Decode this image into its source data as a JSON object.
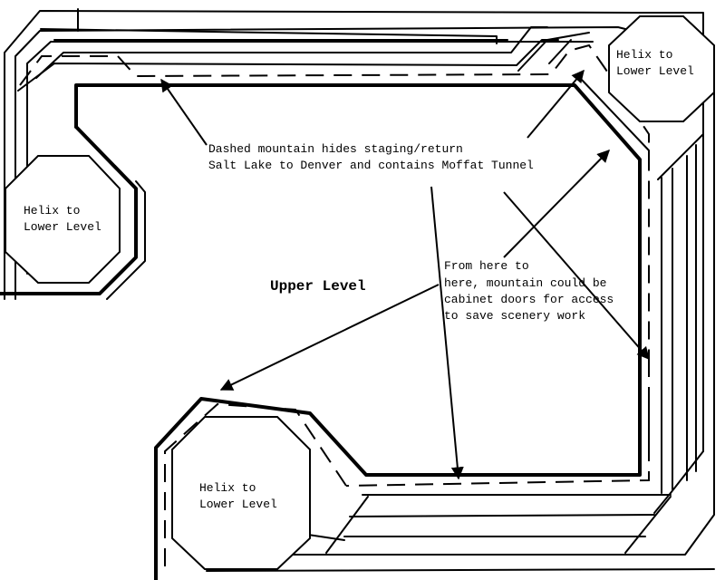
{
  "diagram": {
    "helix_topright": [
      "Helix to",
      "Lower Level"
    ],
    "helix_left": [
      "Helix to",
      "Lower Level"
    ],
    "helix_bottom": [
      "Helix to",
      "Lower Level"
    ],
    "note_mountain": [
      "Dashed mountain hides staging/return",
      "Salt Lake to Denver and contains Moffat Tunnel"
    ],
    "upper_level": "Upper Level",
    "note_cabinet": [
      "From here to",
      "here, mountain could be",
      "cabinet doors for access",
      "to save scenery work"
    ],
    "colors": {
      "ink": "#000000",
      "paper": "#ffffff"
    }
  }
}
